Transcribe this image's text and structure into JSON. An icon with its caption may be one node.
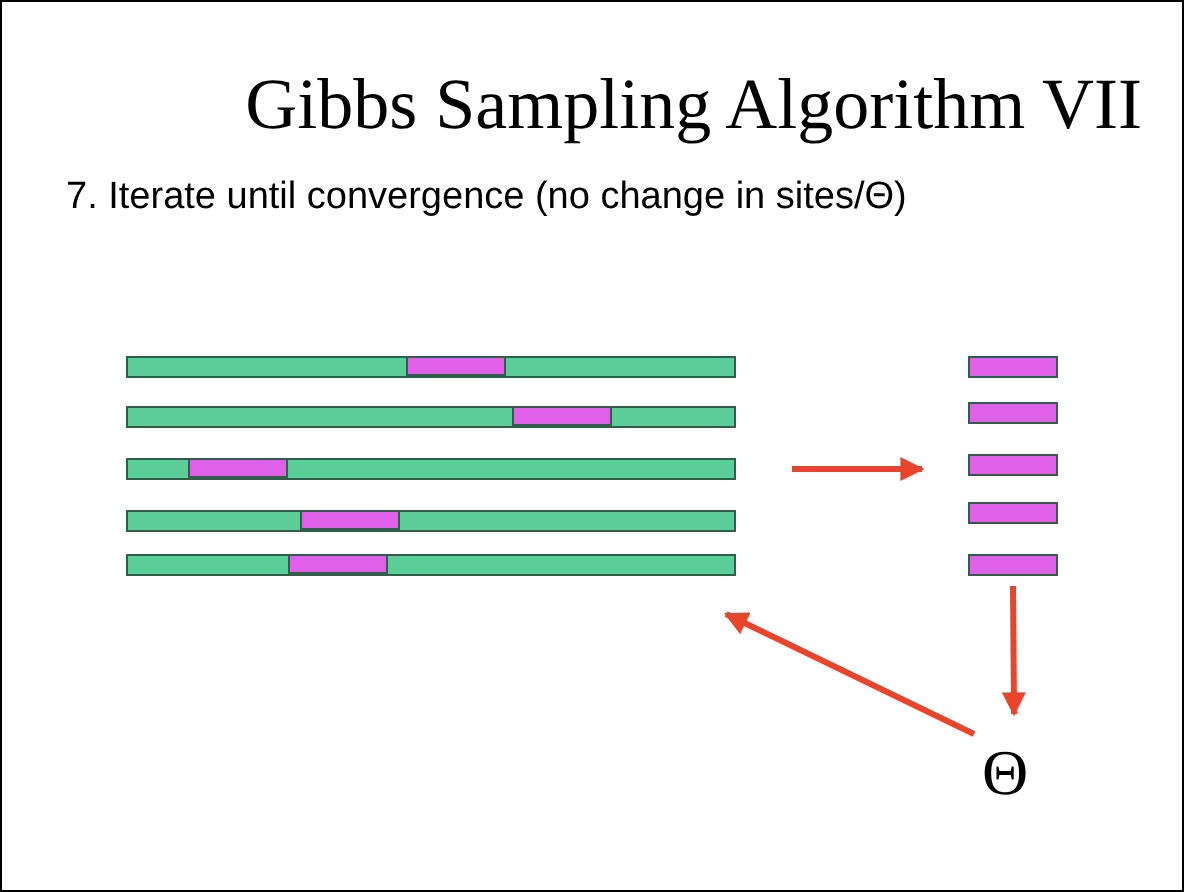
{
  "diagram": {
    "title": "Gibbs Sampling Algorithm VII",
    "nodes": [
      {
        "text": [],
        "shape": "bar"
      },
      {
        "text": [],
        "shape": "bar"
      },
      {
        "text": [],
        "shape": "bar"
      },
      {
        "text": [],
        "shape": "bar"
      },
      {
        "text": [],
        "shape": "bar"
      },
      {
        "text": [],
        "shape": "bar"
      },
      {
        "text": [],
        "shape": "bar"
      },
      {
        "text": [],
        "shape": "bar"
      },
      {
        "text": [],
        "shape": "bar"
      },
      {
        "text": [],
        "shape": "bar"
      },
      {
        "text": [
          "Θ"
        ]
      }
    ],
    "edges": [
      {
        "from": 2,
        "to": 7,
        "arrow": "to"
      },
      {
        "from": 9,
        "to": 10,
        "arrow": "to"
      },
      {
        "from": 10,
        "to": 4,
        "arrow": "to"
      }
    ],
    "labels": [
      "7. Iterate until convergence (no change in sites/Θ)"
    ]
  }
}
